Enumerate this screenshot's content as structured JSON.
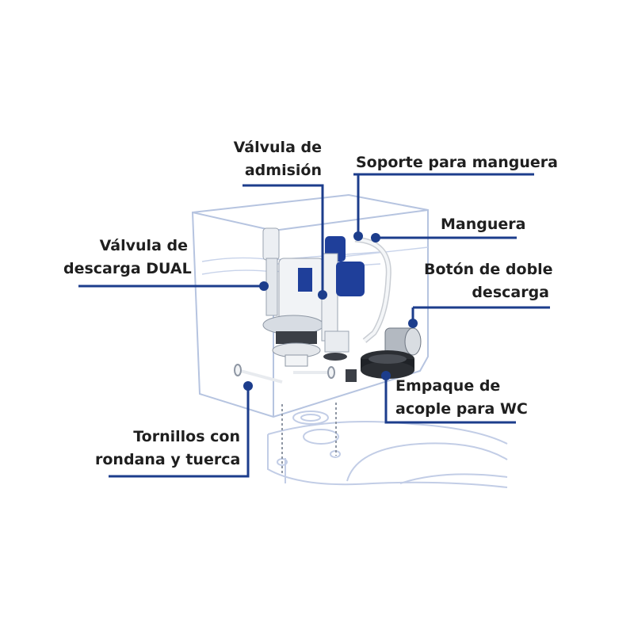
{
  "diagram": {
    "labels": {
      "intake_valve": [
        "Válvula de",
        "admisión"
      ],
      "hose_support": [
        "Soporte para manguera"
      ],
      "dual_flush_valve": [
        "Válvula de",
        "descarga DUAL"
      ],
      "hose": [
        "Manguera"
      ],
      "dual_flush_button": [
        "Botón de doble",
        "descarga"
      ],
      "wc_gasket": [
        "Empaque de",
        "acople para WC"
      ],
      "bolts": [
        "Tornillos con",
        "rondana y tuerca"
      ]
    },
    "colors": {
      "leader_line": "#1c3d8c",
      "text": "#1f1f1f",
      "tank_outline": "#b6c4e0",
      "valve_blue": "#1f3f9a"
    }
  }
}
